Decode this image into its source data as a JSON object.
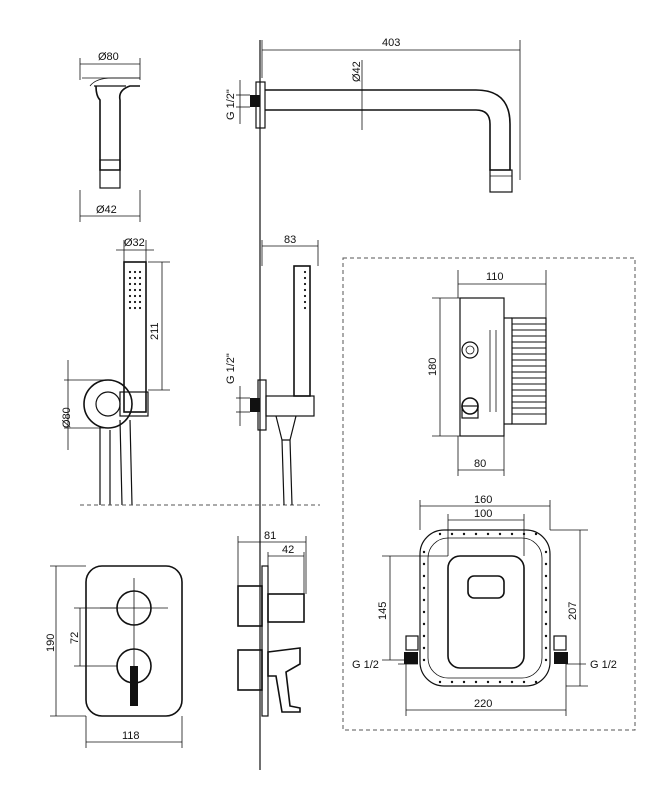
{
  "labels": {
    "spout_top_dia": "Ø80",
    "spout_bottom_dia": "Ø42",
    "spout_length": "403",
    "spout_pipe_dia": "Ø42",
    "spout_thread": "G 1/2\"",
    "hand_dia": "Ø32",
    "hand_length": "211",
    "holder_dia": "Ø80",
    "holder_depth": "83",
    "holder_thread": "G 1/2\"",
    "box_width": "110",
    "box_height": "180",
    "box_depth": "80",
    "frame_outer": "160",
    "frame_inner": "100",
    "frame_height_left": "145",
    "frame_height_right": "207",
    "frame_thread_left": "G 1/2",
    "frame_thread_right": "G 1/2",
    "frame_width": "220",
    "plate_height": "190",
    "plate_knob_spacing": "72",
    "plate_width": "118",
    "knob_depth": "81",
    "knob_depth_inner": "42"
  }
}
